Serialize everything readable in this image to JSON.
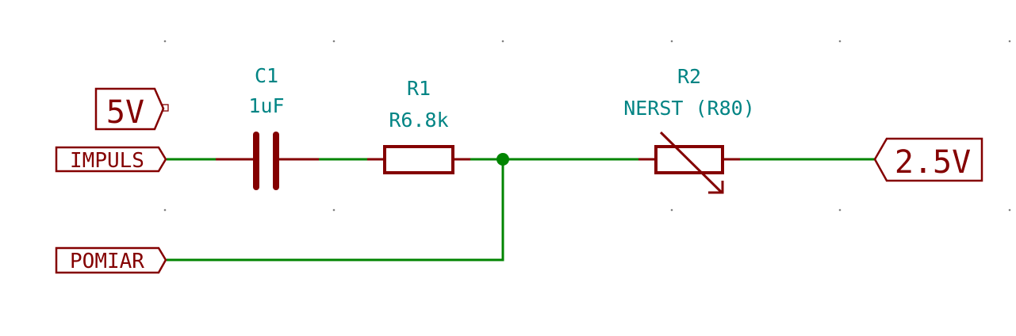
{
  "schematic": {
    "colors": {
      "wire": "#008400",
      "component": "#840000",
      "reference_text": "#008484",
      "grid_dot": "#808080",
      "background": "#ffffff"
    },
    "labels": {
      "five_v": "5V",
      "impuls": "IMPULS",
      "pomiar": "POMIAR",
      "two_five_v": "2.5V"
    },
    "components": {
      "c1": {
        "reference": "C1",
        "value": "1uF",
        "type": "capacitor"
      },
      "r1": {
        "reference": "R1",
        "value": "R6.8k",
        "type": "resistor"
      },
      "r2": {
        "reference": "R2",
        "value": "NERST (R80)",
        "type": "thermistor"
      }
    },
    "junctions": [
      "R1-R2-POMIAR"
    ]
  }
}
